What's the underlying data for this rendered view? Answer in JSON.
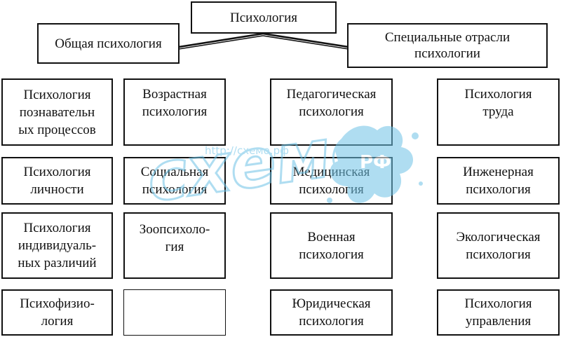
{
  "diagram": {
    "root": "Психология",
    "left_branch": "Общая психология",
    "right_branch": "Специальные отрасли\nпсихологии",
    "columns": [
      [
        "Психология\nпознавательн\nых процессов",
        "Психология\nличности",
        "Психология\nиндивидуаль-\nных различий",
        "Психофизио-\nлогия"
      ],
      [
        "Возрастная\nпсихология",
        "Социальная\nпсихология",
        "Зоопсихоло-\nгия",
        ""
      ],
      [
        "Педагогическая\nпсихология",
        "Медицинская\nпсихология",
        "Военная\nпсихология",
        "Юридическая\nпсихология"
      ],
      [
        "Психология\nтруда",
        "Инженерная\nпсихология",
        "Экологическая\nпсихология",
        "Психология\nуправления"
      ]
    ]
  },
  "watermark": {
    "logo_text": "схемо",
    "badge_text": "РФ",
    "url": "http://схемо.рф",
    "color": "#6ec3e6"
  }
}
